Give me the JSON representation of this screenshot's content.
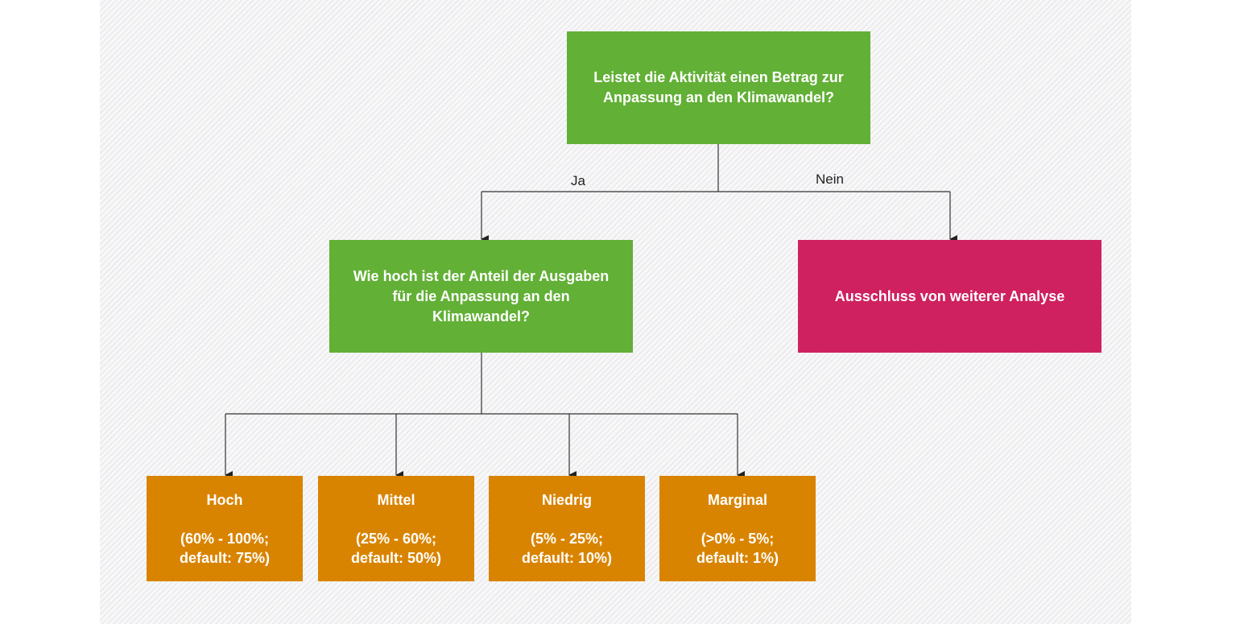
{
  "nodes": {
    "question1": "Leistet die Aktivität einen Betrag zur Anpassung an den Klimawandel?",
    "question2": "Wie hoch ist der Anteil der Ausgaben für die Anpassung an den Klimawandel?",
    "exclusion": "Ausschluss von weiterer Analyse"
  },
  "edges": {
    "yes": "Ja",
    "no": "Nein"
  },
  "categories": [
    {
      "title": "Hoch",
      "range": "(60% - 100%;",
      "default": "default: 75%)"
    },
    {
      "title": "Mittel",
      "range": "(25% - 60%;",
      "default": "default: 50%)"
    },
    {
      "title": "Niedrig",
      "range": "(5% - 25%;",
      "default": "default: 10%)"
    },
    {
      "title": "Marginal",
      "range": "(>0% - 5%;",
      "default": "default: 1%)"
    }
  ],
  "colors": {
    "question": "#62b036",
    "exclusion": "#cf215f",
    "category": "#d98400"
  }
}
